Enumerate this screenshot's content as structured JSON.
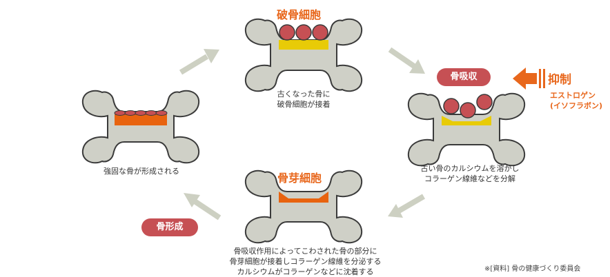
{
  "titles": {
    "osteoclast": "破骨細胞",
    "osteoblast": "骨芽細胞"
  },
  "captions": {
    "attach_line1": "古くなった骨に",
    "attach_line2": "破骨細胞が接着",
    "resorb_line1": "古い骨のカルシウムを溶かし",
    "resorb_line2": "コラーゲン線維などを分解",
    "form_line1": "骨吸収作用によってこわされた骨の部分に",
    "form_line2": "骨芽細胞が接着しコラーゲン線維を分泌する",
    "form_line3": "カルシウムがコラーゲンなどに沈着する",
    "strong": "強固な骨が形成される"
  },
  "badges": {
    "resorption": "骨吸収",
    "formation": "骨形成"
  },
  "inhibit": {
    "label": "抑制",
    "agent_line1": "エストロゲン",
    "agent_line2": "(イソフラボン)"
  },
  "source": "※[資料] 骨の健康づくり委員会",
  "colors": {
    "bone": "#cfd0c7",
    "bone_stroke": "#3a3a3a",
    "osteoclast_cell": "#c65054",
    "new_bone_yellow": "#e8cb07",
    "osteoblast_orange": "#e8630f",
    "arrow_gray": "#cdd0c2",
    "accent_orange": "#e8671c",
    "badge_red": "#c65054"
  }
}
